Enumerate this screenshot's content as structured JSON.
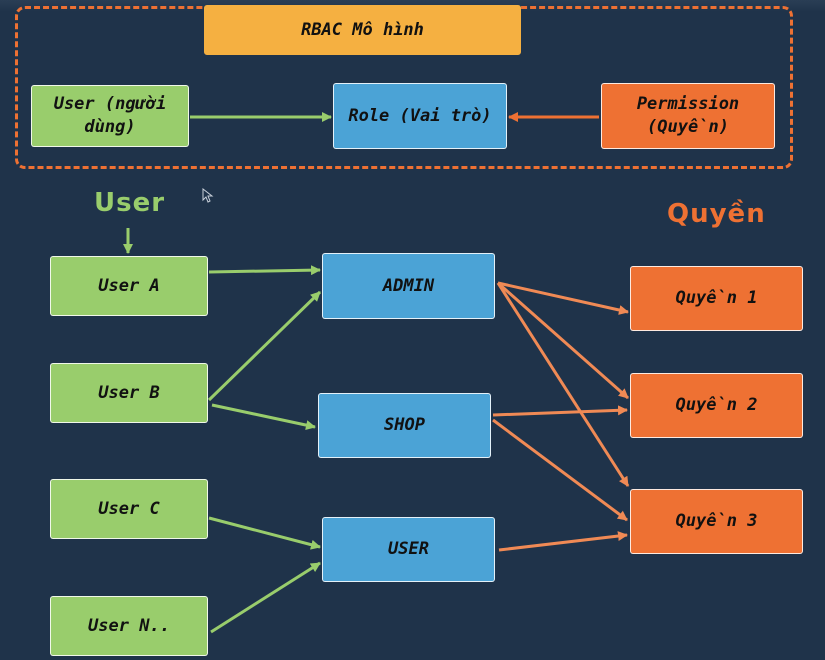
{
  "title": "RBAC Mô hình",
  "legend": {
    "user": "User (người dùng)",
    "role": "Role (Vai trò)",
    "permission": "Permission (Quyền)"
  },
  "headings": {
    "users": "User",
    "permissions": "Quyền"
  },
  "users": [
    "User A",
    "User B",
    "User C",
    "User N.."
  ],
  "roles": [
    "ADMIN",
    "SHOP",
    "USER"
  ],
  "permissions": [
    "Quyền 1",
    "Quyền 2",
    "Quyền 3"
  ],
  "assignments": {
    "user_role": [
      [
        "User A",
        "ADMIN"
      ],
      [
        "User B",
        "ADMIN"
      ],
      [
        "User B",
        "SHOP"
      ],
      [
        "User C",
        "USER"
      ],
      [
        "User N..",
        "USER"
      ]
    ],
    "role_permission": [
      [
        "ADMIN",
        "Quyền 1"
      ],
      [
        "ADMIN",
        "Quyền 2"
      ],
      [
        "ADMIN",
        "Quyền 3"
      ],
      [
        "SHOP",
        "Quyền 2"
      ],
      [
        "SHOP",
        "Quyền 3"
      ],
      [
        "USER",
        "Quyền 3"
      ]
    ]
  },
  "colors": {
    "background": "#1f334a",
    "user": "#99cd6c",
    "role": "#4ba3d6",
    "permission": "#ee7133",
    "title": "#f5b041"
  }
}
